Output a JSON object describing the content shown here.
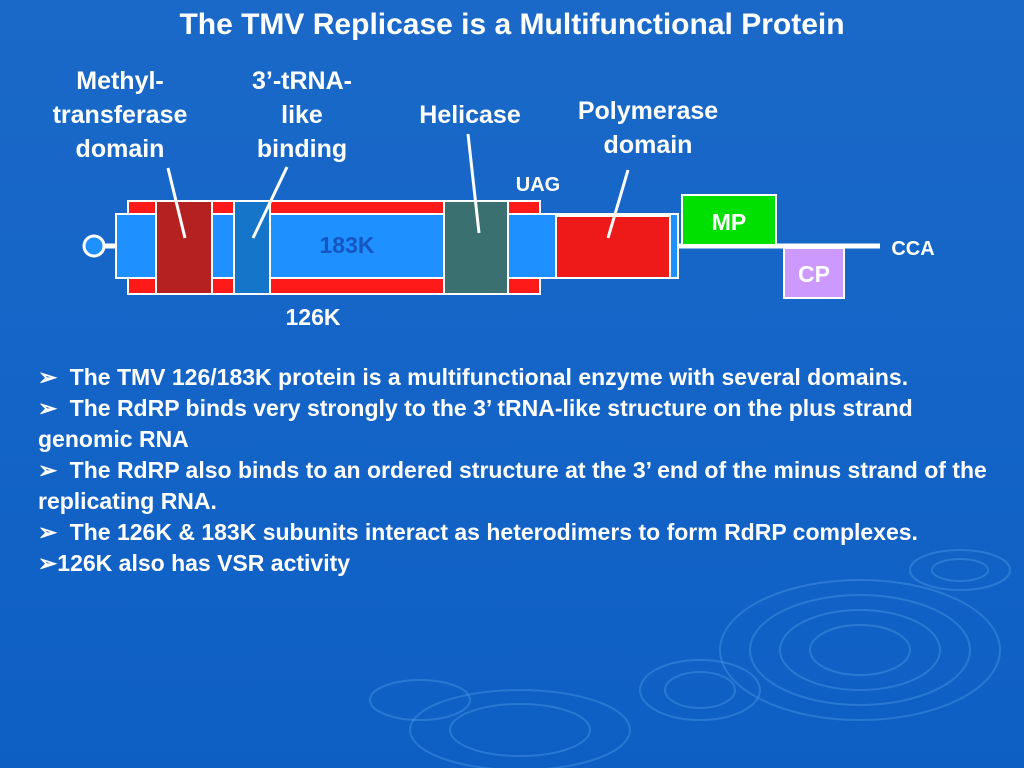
{
  "title": "The TMV Replicase is a Multifunctional Protein",
  "labels": {
    "methyltransferase": [
      "Methyl-",
      "transferase",
      "domain"
    ],
    "trna_binding": [
      "3’-tRNA-",
      "like",
      "binding"
    ],
    "helicase": "Helicase",
    "polymerase": [
      "Polymerase",
      "domain"
    ],
    "uag": "UAG",
    "k183": "183K",
    "k126": "126K",
    "mp": "MP",
    "cp": "CP",
    "cca": "CCA"
  },
  "bullets": [
    {
      "marker": "➢",
      "text": " The TMV  126/183K protein is a multifunctional enzyme with several domains."
    },
    {
      "marker": "➢",
      "text": " The RdRP binds very strongly to the 3’ tRNA-like structure on the plus strand genomic RNA"
    },
    {
      "marker": "➢",
      "text": " The RdRP also binds to an ordered structure at the 3’ end of the minus strand of the replicating RNA."
    },
    {
      "marker": "➢",
      "text": " The 126K & 183K subunits interact as heterodimers to form RdRP complexes."
    },
    {
      "marker": "➢",
      "text": "126K also has VSR activity"
    }
  ],
  "colors": {
    "background": "#1565c8",
    "red": "#ff1a1a",
    "blue_bar": "#1e90ff",
    "mp_green": "#00e000",
    "cp_violet": "#cc99ff",
    "k183_label": "#1556c0"
  }
}
